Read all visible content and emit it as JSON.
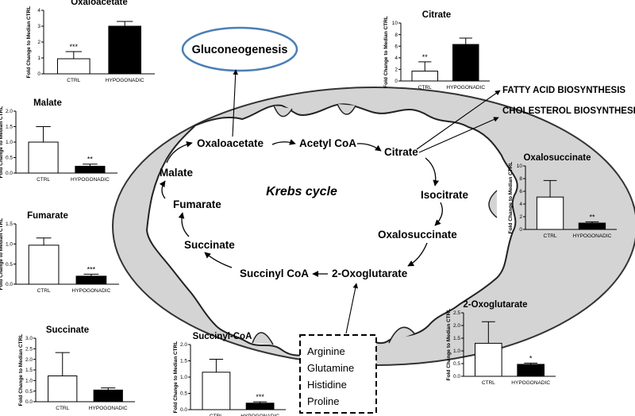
{
  "diagram": {
    "center_label": "Krebs cycle",
    "gluconeogenesis": "Gluconeogenesis",
    "outputs": [
      "FATTY ACID BIOSYNTHESIS",
      "CHOLESTEROL BIOSYNTHESIS"
    ],
    "cycle": [
      "Oxaloacetate",
      "Acetyl CoA",
      "Citrate",
      "Isocitrate",
      "Oxalosuccinate",
      "2-Oxoglutarate",
      "Succinyl CoA",
      "Succinate",
      "Fumarate",
      "Malate"
    ],
    "amino_acids": [
      "Arginine",
      "Glutamine",
      "Histidine",
      "Proline"
    ]
  },
  "chart_data": [
    {
      "type": "bar",
      "title": "Oxaloacetate",
      "ylabel": "Fold Change to Median CTRL",
      "categories": [
        "CTRL",
        "HYPOGONADIC"
      ],
      "values": [
        0.95,
        3.0
      ],
      "errors": [
        0.45,
        0.3
      ],
      "ylim": [
        0,
        4
      ],
      "yticks": [
        0,
        1,
        2,
        3,
        4
      ],
      "significance": "***",
      "colors": [
        "#ffffff",
        "#000000"
      ]
    },
    {
      "type": "bar",
      "title": "Citrate",
      "ylabel": "Fold Change to Median CTRL",
      "categories": [
        "CTRL",
        "HYPOGONADIC"
      ],
      "values": [
        1.7,
        6.3
      ],
      "errors": [
        1.6,
        1.1
      ],
      "ylim": [
        0,
        10
      ],
      "yticks": [
        0,
        2,
        4,
        6,
        8,
        10
      ],
      "significance": "**",
      "colors": [
        "#ffffff",
        "#000000"
      ]
    },
    {
      "type": "bar",
      "title": "Malate",
      "ylabel": "Fold Change to Median CTRL",
      "categories": [
        "CTRL",
        "HYPOGONADIC"
      ],
      "values": [
        1.0,
        0.22
      ],
      "errors": [
        0.5,
        0.07
      ],
      "ylim": [
        0,
        2.0
      ],
      "yticks": [
        0,
        0.5,
        1.0,
        1.5,
        2.0
      ],
      "significance": "**",
      "colors": [
        "#ffffff",
        "#000000"
      ]
    },
    {
      "type": "bar",
      "title": "Oxalosuccinate",
      "ylabel": "Fold Change to Median CTRL",
      "categories": [
        "CTRL",
        "HYPOGONADIC"
      ],
      "values": [
        5.1,
        1.0
      ],
      "errors": [
        2.6,
        0.2
      ],
      "ylim": [
        0,
        10
      ],
      "yticks": [
        0,
        2,
        4,
        6,
        8,
        10
      ],
      "significance": "**",
      "colors": [
        "#ffffff",
        "#000000"
      ]
    },
    {
      "type": "bar",
      "title": "Fumarate",
      "ylabel": "Fold Change to Median CTRL",
      "categories": [
        "CTRL",
        "HYPOGONADIC"
      ],
      "values": [
        0.97,
        0.2
      ],
      "errors": [
        0.18,
        0.05
      ],
      "ylim": [
        0,
        1.5
      ],
      "yticks": [
        0,
        0.5,
        1.0,
        1.5
      ],
      "significance": "***",
      "colors": [
        "#ffffff",
        "#000000"
      ]
    },
    {
      "type": "bar",
      "title": "2-Oxoglutarate",
      "ylabel": "Fold Change to Median CTRL",
      "categories": [
        "CTRL",
        "HYPOGONADIC"
      ],
      "values": [
        1.3,
        0.47
      ],
      "errors": [
        0.85,
        0.05
      ],
      "ylim": [
        0,
        2.5
      ],
      "yticks": [
        0,
        0.5,
        1.0,
        1.5,
        2.0,
        2.5
      ],
      "significance": "*",
      "colors": [
        "#ffffff",
        "#000000"
      ]
    },
    {
      "type": "bar",
      "title": "Succinate",
      "ylabel": "Fold Change to Median CTRL",
      "categories": [
        "CTRL",
        "HYPOGONADIC"
      ],
      "values": [
        1.22,
        0.55
      ],
      "errors": [
        1.1,
        0.1
      ],
      "ylim": [
        0,
        3.0
      ],
      "yticks": [
        0,
        0.5,
        1.0,
        1.5,
        2.0,
        2.5,
        3.0
      ],
      "significance": "",
      "colors": [
        "#ffffff",
        "#000000"
      ]
    },
    {
      "type": "bar",
      "title": "Succinyl-CoA",
      "ylabel": "Fold Change to Median CTRL",
      "categories": [
        "CTRL",
        "HYPOGONADIC"
      ],
      "values": [
        1.15,
        0.2
      ],
      "errors": [
        0.4,
        0.04
      ],
      "ylim": [
        0,
        2.0
      ],
      "yticks": [
        0,
        0.5,
        1.0,
        1.5,
        2.0
      ],
      "significance": "***",
      "colors": [
        "#ffffff",
        "#000000"
      ]
    }
  ]
}
